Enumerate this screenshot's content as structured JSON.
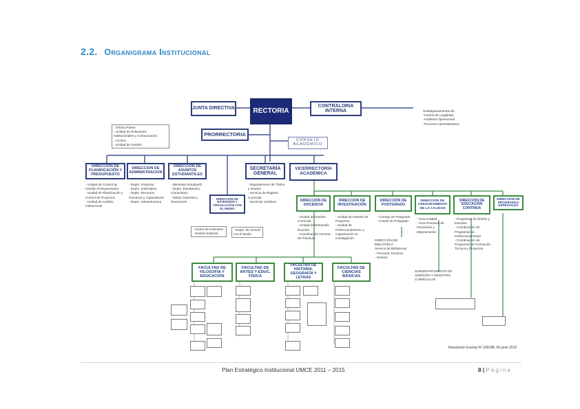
{
  "heading": {
    "number": "2.2.",
    "text": "Organigrama institucional"
  },
  "boxes": {
    "junta": "JUNTA DIRECTIVA",
    "rectoria": "RECTORIA",
    "contraloria": "CONTRALORIA INTERNA",
    "prorrectoria": "PRORRECTORIA",
    "consejo": "CONSEJO ACADÉMICO",
    "dir_planificacion": "DIRECCIÓN DE PLANIFICACIÓN Y PRESUPUESTO",
    "dir_administracion": "DIRECCION DE ADMINISTRACION",
    "dir_asuntos": "DIRECCIÓN DE ASUNTOS ESTUDIANTILES",
    "secretaria": "SECRETARÍA GENERAL",
    "vicerrectoria": "VICERRECTORÍA ACADÉMICA",
    "dir_extension": "DIRECCION DE EXTENSIÓN Y VINCULACIÓN CON EL MEDIO",
    "dir_docencia": "DIRECCIÓN DE DOCENCIA",
    "dir_investigacion": "DIRECCIÓN DE INVESTIGACIÓN",
    "dir_postgrado": "DIRECCIÓN DE POSTGRADO",
    "dir_aseguramiento": "DIRECCIÓN DE ASEGURAMIENTO DE LA CALIDAD",
    "dir_educacion": "DIRECCIÓN DE EDUCACIÓN CONTINUA",
    "dir_programas": "DIRECCIÓN DE PROGRAMAS ESPECIALES",
    "fac_filosofia": "FACULTAD DE FILOSOFÍA Y EDUCACIÓN",
    "fac_artes": "FACULTAD DE ARTES Y EDUC. FÍSICA",
    "fac_historia": "FACULTAD DE HISTORIA, GEOGRAFÍA Y LETRAS",
    "fac_ciencias": "FACULTAD DE CIENCIAS BÁSICAS"
  },
  "notes": {
    "contraloria_sub": "Subdepartamentos de:\n-Control de Legalidad\n-Auditoría Operacional\n-Procesos Administrativos",
    "rectoria_units": "- Oficina Partes\n- Unidad de Relaciones Institucionales y Comunicación\n- Archivo\n- Unidad de Gestión",
    "planificacion_sub": "- Unidad de Control de Gestión Presupuestaria\n- Unidad de Planificación y Control de Proyectos\n- Unidad de Análisis Institucional",
    "administracion_sub": "- Depto. Finanzas\n- Depto. Informática\n- Depto. Recursos Humanos y Capacitación\n- Depto. Infraestructura",
    "asuntos_sub": "- Bienestar Estudiantil\n- Depto. Estudiantil y Comunitario\n- Salud, Deportes y Recreación",
    "secretaria_sub": "- Departamento de Títulos y Grados\n- Servicio de Registro Curricular\n- Servicios Jurídicos",
    "docencia_sub": "- Unidad de Gestión Curricular\n- Unidad de Desarrollo Docente\n- Coordinación General de Prácticas",
    "investigacion_sub": "- Unidad de Gestión de Proyectos\n- Unidad de Perfeccionamiento y Capacitación en Investigación",
    "postgrado_sub": "- Consejo de Postgrado\n- Comité de Postgrado",
    "aseguramiento_sub": "- Área Calidad\n- Área Procesos de Innovación y Mejoramiento",
    "educacion_sub": "- Programas de Diseño y Estudios\n- Coordinación de Programas de Perfeccionamiento\n- Coordinación de Programas de Formación Técnica y Proyectos",
    "biblioteca": "DIRECCIÓN DE BIBLIOTECA\nServicio de Bibliotecas\n- Procesos Técnicos\n- Gestión",
    "registro": "SUBDEPARTAMENTO DE ADMISIÓN Y REGISTRO CURRICULAR",
    "extension_a": "- Centro de Extensión\n- Gestión Editorial",
    "extension_b": "- Depto. de Vínculo con el Medio",
    "resolucion": "Resolución Exenta Nº 100188, 05 junio 2012"
  },
  "footer": {
    "center": "Plan Estratégico Institucional UMCE 2011 – 2015",
    "page": "8",
    "sep": "|",
    "pagina": "Página"
  },
  "colors": {
    "navy": "#1c2b78",
    "green": "#3b8a3e",
    "accent": "#2b87c4"
  }
}
